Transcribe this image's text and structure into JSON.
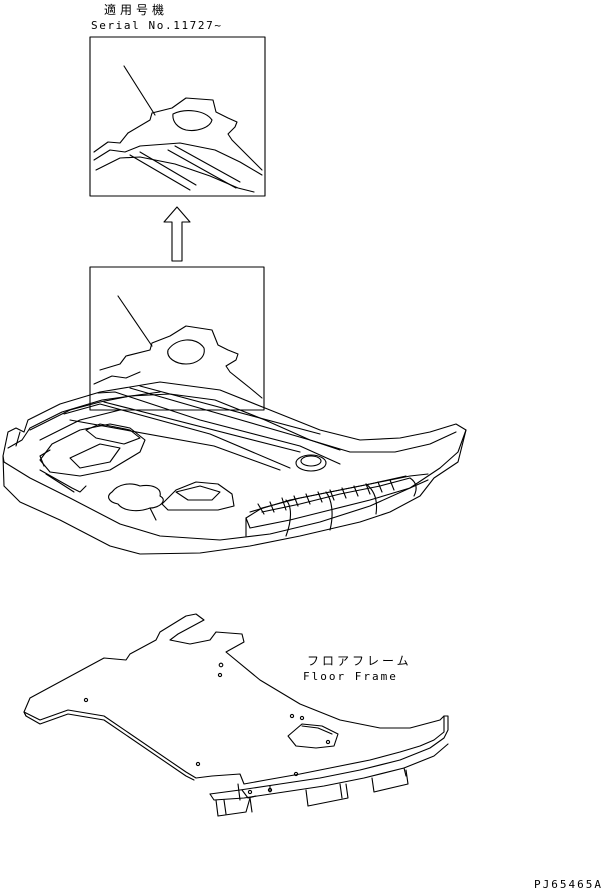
{
  "labels": {
    "applicable_models": "適用号機",
    "serial_range": "Serial No.11727~",
    "floor_frame_jp": "フロアフレーム",
    "floor_frame_en": "Floor Frame",
    "drawing_code": "PJ65465A"
  },
  "colors": {
    "line": "#000000",
    "background": "#ffffff"
  },
  "icons": {
    "arrow": "arrow-up-icon"
  }
}
